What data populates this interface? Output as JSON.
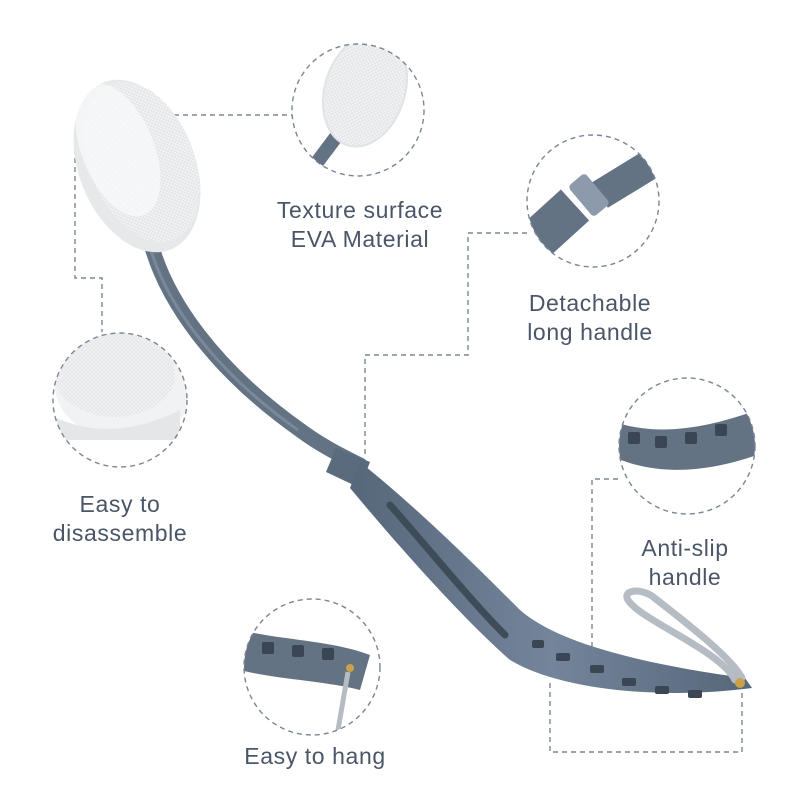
{
  "features": {
    "texture": {
      "line1": "Texture surface",
      "line2": "EVA Material"
    },
    "detachable": {
      "line1": "Detachable",
      "line2": "long handle"
    },
    "disassemble": {
      "line1": "Easy to",
      "line2": "disassemble"
    },
    "antislip": {
      "line1": "Anti-slip",
      "line2": "handle"
    },
    "hang": {
      "line1": "Easy to hang"
    }
  },
  "colors": {
    "handle": "#637384",
    "handle_dark": "#4b5968",
    "pad": "#f4f5f6",
    "text": "#4a5668",
    "dash": "#7b8593"
  }
}
